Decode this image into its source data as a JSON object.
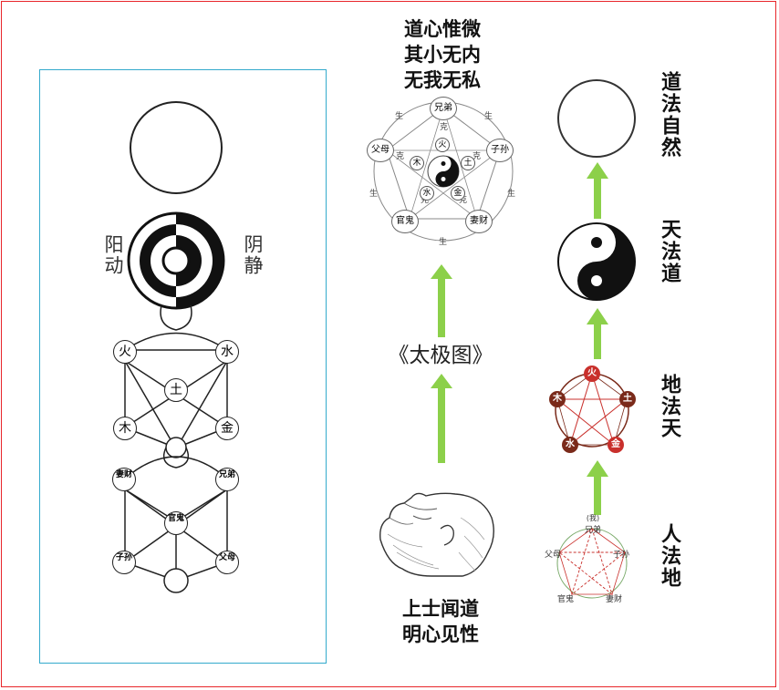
{
  "left_panel": {
    "yang_label": "阳动",
    "yin_label": "阴静",
    "elements": {
      "fire": "火",
      "water": "水",
      "earth": "土",
      "wood": "木",
      "metal": "金"
    },
    "relations": {
      "wife_wealth": "妻财",
      "brothers": "兄弟",
      "official_ghost": "官鬼",
      "children": "子孙",
      "parents": "父母"
    }
  },
  "middle": {
    "top_lines": [
      "道心惟微",
      "其小无内",
      "无我无私"
    ],
    "wheel": {
      "nodes": {
        "brothers": "兄弟",
        "children": "子孙",
        "wife_wealth": "妻财",
        "official_ghost": "官鬼",
        "parents": "父母"
      },
      "sheng": "生",
      "ke": "克",
      "elements": {
        "fire": "火",
        "earth": "土",
        "metal": "金",
        "water": "水",
        "wood": "木"
      }
    },
    "taiji_title": "《太极图》",
    "bottom_lines": [
      "上士闻道",
      "明心见性"
    ]
  },
  "right": {
    "dao_label": "道法自然",
    "tian_label": "天法道",
    "di_label": "地法天",
    "ren_label": "人法地",
    "wuxing": {
      "fire": "火",
      "earth": "土",
      "metal": "金",
      "water": "水",
      "wood": "木"
    },
    "relations": {
      "self": "(我)",
      "brothers": "兄弟",
      "children": "子孙",
      "wife_wealth": "妻财",
      "official_ghost": "官鬼",
      "parents": "父母"
    }
  },
  "colors": {
    "frame": "#e8262a",
    "panel_border": "#33aacc",
    "arrow": "#8cd04a",
    "wuxing_dark": "#7a2a1a",
    "wuxing_accent": "#c9302c"
  }
}
